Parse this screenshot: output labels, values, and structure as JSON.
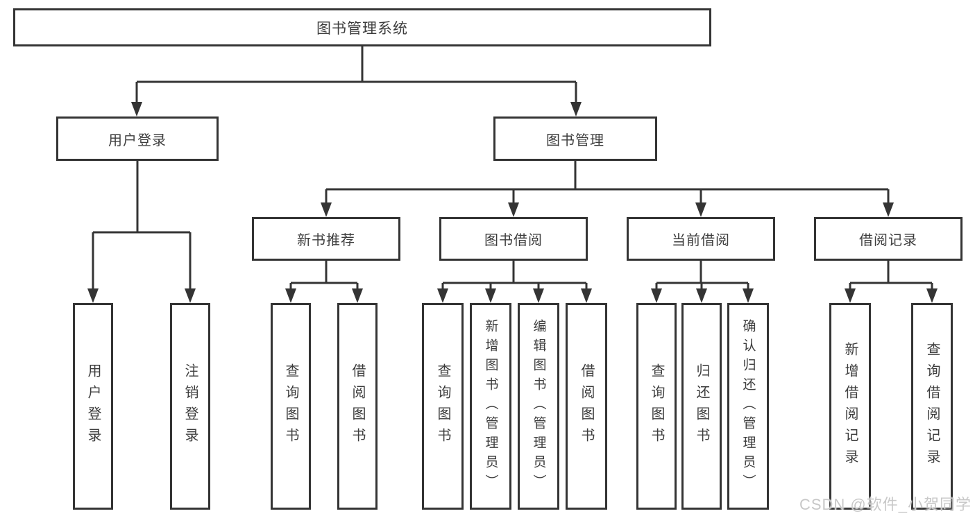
{
  "tree": {
    "label": "图书管理系统",
    "children": [
      {
        "label": "用户登录",
        "children": [
          {
            "label": "用户登录"
          },
          {
            "label": "注销登录"
          }
        ]
      },
      {
        "label": "图书管理",
        "children": [
          {
            "label": "新书推荐",
            "children": [
              {
                "label": "查询图书"
              },
              {
                "label": "借阅图书"
              }
            ]
          },
          {
            "label": "图书借阅",
            "children": [
              {
                "label": "查询图书"
              },
              {
                "label": "新增图书（管理员）"
              },
              {
                "label": "编辑图书（管理员）"
              },
              {
                "label": "借阅图书"
              }
            ]
          },
          {
            "label": "当前借阅",
            "children": [
              {
                "label": "查询图书"
              },
              {
                "label": "归还图书"
              },
              {
                "label": "确认归还（管理员）"
              }
            ]
          },
          {
            "label": "借阅记录",
            "children": [
              {
                "label": "新增借阅记录"
              },
              {
                "label": "查询借阅记录"
              }
            ]
          }
        ]
      }
    ]
  },
  "watermark": "CSDN @软件_小贺同学",
  "colors": {
    "line": "#343434",
    "text": "#3d3d3d",
    "background": "#ffffff",
    "watermark": "#c8c8c8"
  }
}
